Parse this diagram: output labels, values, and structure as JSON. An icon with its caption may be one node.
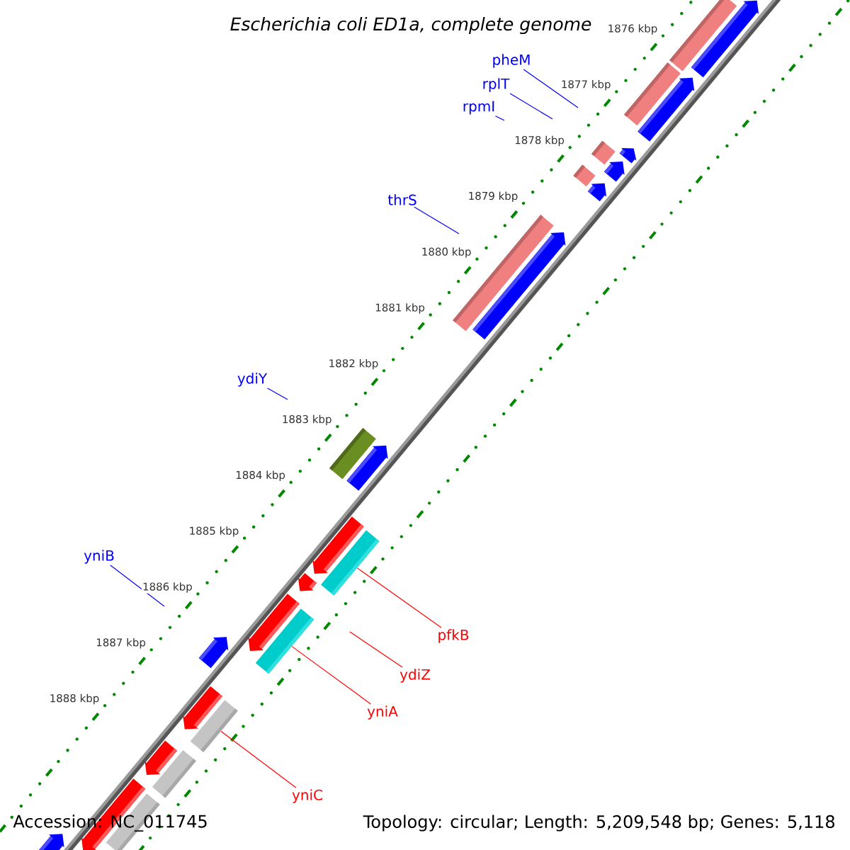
{
  "diagram": {
    "title": "Escherichia coli ED1a, complete genome",
    "nodes": [
      {
        "text": [
          "pheM"
        ]
      },
      {
        "text": [
          "rplT"
        ]
      },
      {
        "text": [
          "rpmI"
        ]
      },
      {
        "text": [
          "thrS"
        ]
      },
      {
        "text": [
          "ydiY"
        ]
      },
      {
        "text": [
          "yniB"
        ]
      },
      {
        "text": [
          "pfkB"
        ]
      },
      {
        "text": [
          "ydiZ"
        ]
      },
      {
        "text": [
          "yniA"
        ]
      },
      {
        "text": [
          "yniC"
        ]
      },
      {
        "text": [],
        "shape": "bar"
      },
      {
        "text": [],
        "shape": "arrow"
      },
      {
        "text": [],
        "shape": "bar"
      },
      {
        "text": [],
        "shape": "arrow"
      },
      {
        "text": [],
        "shape": "arrow"
      },
      {
        "text": [],
        "shape": "bar"
      },
      {
        "text": [],
        "shape": "arrow"
      },
      {
        "text": [],
        "shape": "bar"
      },
      {
        "text": [],
        "shape": "arrow"
      },
      {
        "text": [],
        "shape": "bar"
      },
      {
        "text": [],
        "shape": "arrow"
      },
      {
        "text": [],
        "shape": "bar"
      },
      {
        "text": [],
        "shape": "arrow"
      },
      {
        "text": [],
        "shape": "arrow"
      },
      {
        "text": [],
        "shape": "bar"
      },
      {
        "text": [],
        "shape": "arrow"
      },
      {
        "text": [],
        "shape": "arrow"
      },
      {
        "text": [],
        "shape": "bar"
      },
      {
        "text": [],
        "shape": "arrow"
      },
      {
        "text": [],
        "shape": "arrow"
      },
      {
        "text": [],
        "shape": "bar"
      },
      {
        "text": [],
        "shape": "arrow"
      },
      {
        "text": [],
        "shape": "bar"
      },
      {
        "text": [],
        "shape": "arrow"
      },
      {
        "text": [],
        "shape": "bar"
      },
      {
        "text": [],
        "shape": "arrow"
      }
    ],
    "edges": [
      {
        "from": 0,
        "to": null,
        "arrow": "none"
      },
      {
        "from": 1,
        "to": null,
        "arrow": "none"
      },
      {
        "from": 2,
        "to": null,
        "arrow": "none"
      },
      {
        "from": 3,
        "to": null,
        "arrow": "none"
      },
      {
        "from": 4,
        "to": null,
        "arrow": "none"
      },
      {
        "from": 5,
        "to": null,
        "arrow": "none"
      },
      {
        "from": 6,
        "to": 24,
        "arrow": "none",
        "color": "#ff0000"
      },
      {
        "from": 7,
        "to": null,
        "arrow": "none",
        "color": "#ff0000"
      },
      {
        "from": 8,
        "to": 27,
        "arrow": "none",
        "color": "#ff0000"
      },
      {
        "from": 9,
        "to": 30,
        "arrow": "none",
        "color": "#ff0000"
      }
    ],
    "labels": [
      "1876 kbp",
      "1877 kbp",
      "1878 kbp",
      "1879 kbp",
      "1880 kbp",
      "1881 kbp",
      "1882 kbp",
      "1883 kbp",
      "1884 kbp",
      "1885 kbp",
      "1886 kbp",
      "1887 kbp",
      "1888 kbp",
      "Accession: NC_011745",
      "Topology: circular; Length: 5,209,548 bp; Genes: 5,118"
    ]
  }
}
